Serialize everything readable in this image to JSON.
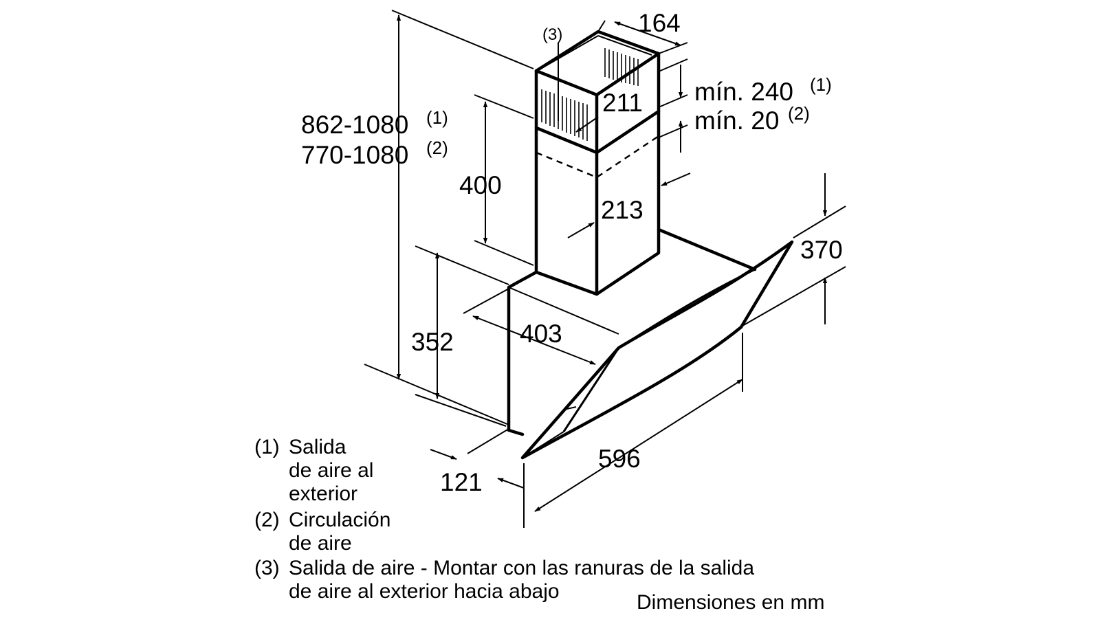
{
  "dimensions": {
    "height_range_1": "862-1080",
    "height_range_1_ref": "(1)",
    "height_range_2": "770-1080",
    "height_range_2_ref": "(2)",
    "chimney_top_width": "164",
    "chimney_top_depth": "211",
    "min_gap_1": "mín. 240",
    "min_gap_1_ref": "(1)",
    "min_gap_2": "mín. 20",
    "min_gap_2_ref": "(2)",
    "chimney_lower_height": "400",
    "chimney_lower_depth": "213",
    "hood_depth": "370",
    "body_height": "352",
    "body_depth": "403",
    "width": "596",
    "front_offset": "121",
    "outlet_ref": "(3)"
  },
  "legend": {
    "item1_num": "(1)",
    "item1_line1": "Salida",
    "item1_line2": "de aire al",
    "item1_line3": "exterior",
    "item2_num": "(2)",
    "item2_line1": "Circulación",
    "item2_line2": "de aire",
    "item3_num": "(3)",
    "item3_line1": "Salida de aire - Montar con las ranuras de la salida",
    "item3_line2": "de aire al exterior hacia abajo"
  },
  "units_note": "Dimensiones en mm"
}
